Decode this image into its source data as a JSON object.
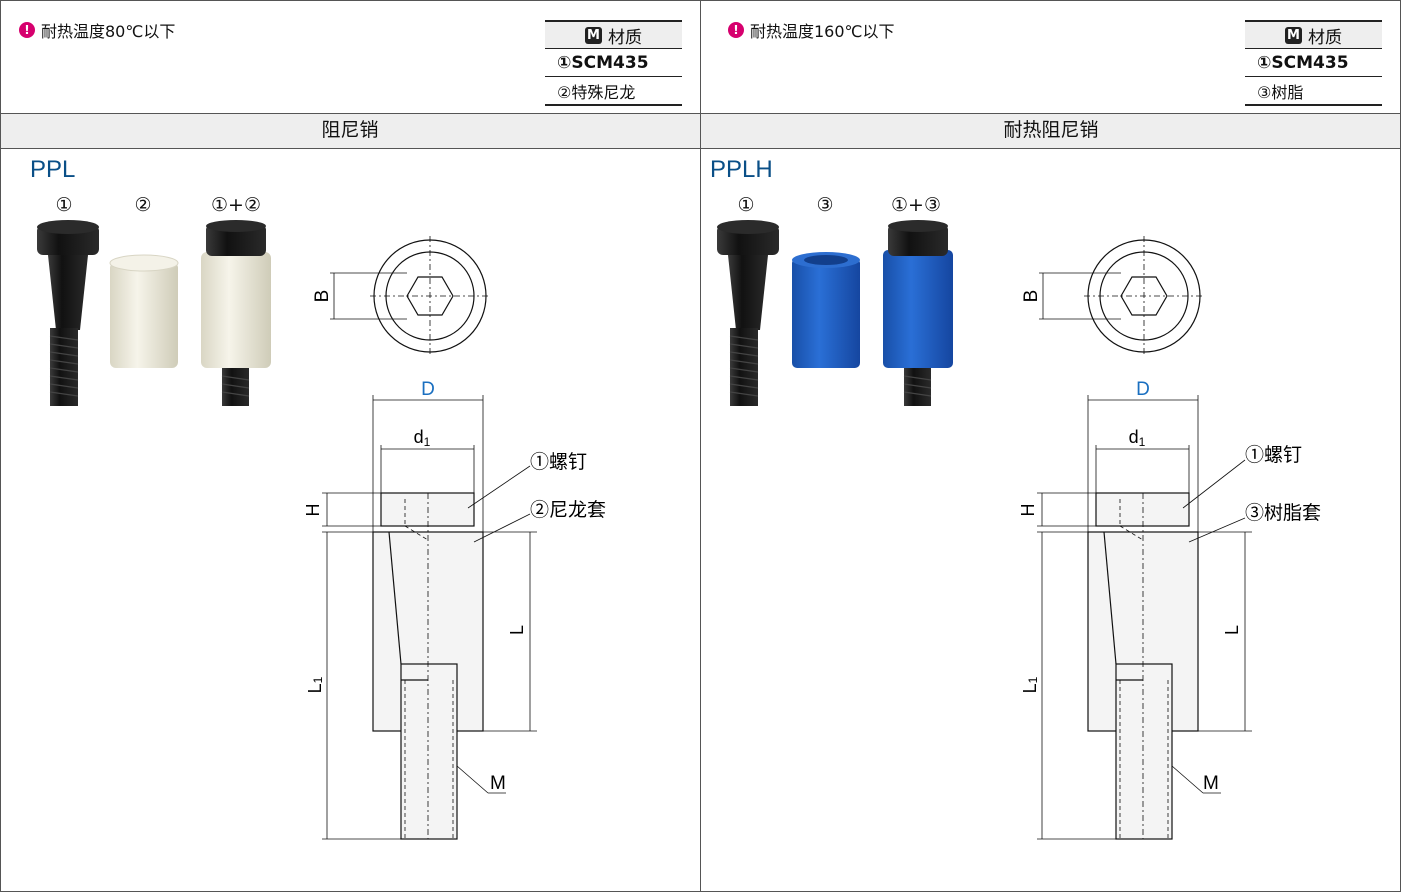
{
  "left": {
    "note": "耐热温度80℃以下",
    "material": {
      "header_mark": "M",
      "header": "材质",
      "rows": [
        "①SCM435",
        "②特殊尼龙"
      ]
    },
    "band_title": "阻尼销",
    "model": "PPL",
    "part_labels": [
      "①",
      "②",
      "①+②"
    ],
    "callouts": [
      "①螺钉",
      "②尼龙套"
    ],
    "dims": {
      "D": "D",
      "d1": "d",
      "d1_sub": "1",
      "H": "H",
      "L": "L",
      "L1": "L",
      "L1_sub": "1",
      "M": "M",
      "B": "B"
    }
  },
  "right": {
    "note": "耐热温度160℃以下",
    "material": {
      "header_mark": "M",
      "header": "材质",
      "rows": [
        "①SCM435",
        "③树脂"
      ]
    },
    "band_title": "耐热阻尼销",
    "model": "PPLH",
    "part_labels": [
      "①",
      "③",
      "①+③"
    ],
    "callouts": [
      "①螺钉",
      "③树脂套"
    ],
    "dims": {
      "D": "D",
      "d1": "d",
      "d1_sub": "1",
      "H": "H",
      "L": "L",
      "L1": "L",
      "L1_sub": "1",
      "M": "M",
      "B": "B"
    }
  },
  "colors": {
    "accent_blue": "#0a4f87",
    "dim_blue": "#1a6fc0",
    "note_icon": "#d6006e",
    "nylon": "#eceade",
    "resin": "#1f5fc0",
    "bolt": "#1b1b1b",
    "band": "#eeeeee"
  }
}
